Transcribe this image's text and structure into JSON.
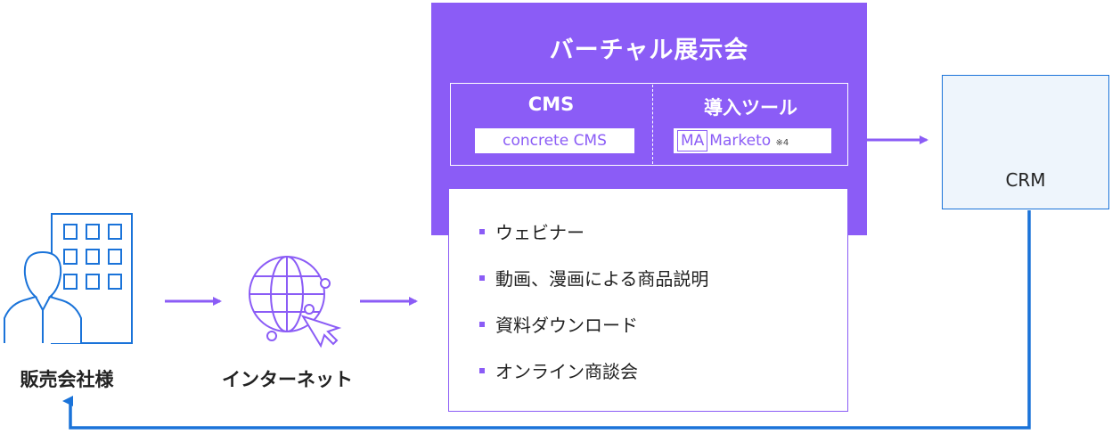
{
  "expo": {
    "title": "バーチャル展示会",
    "cms_heading": "CMS",
    "cms_product": "concrete CMS",
    "tools_heading": "導入ツール",
    "ma_badge": "MA",
    "ma_product": "Marketo",
    "ma_note": "※4"
  },
  "features": [
    "ウェビナー",
    "動画、漫画による商品説明",
    "資料ダウンロード",
    "オンライン商談会"
  ],
  "crm": {
    "label": "CRM"
  },
  "actors": {
    "seller": "販売会社様",
    "internet": "インターネット"
  },
  "colors": {
    "purple": "#8b5cf6",
    "blue": "#1a73d9"
  },
  "icons": [
    "building-person-icon",
    "globe-cursor-icon",
    "database-icon"
  ]
}
